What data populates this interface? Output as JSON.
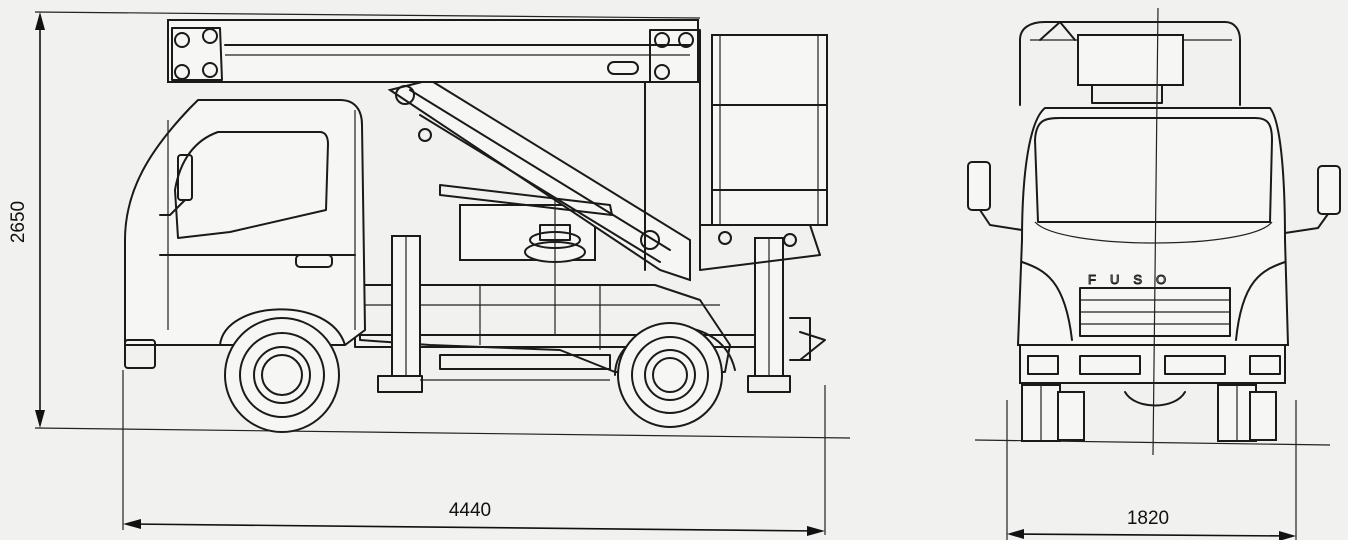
{
  "dimensions": {
    "height": "2650",
    "length": "4440",
    "width": "1820"
  },
  "front_logo": "FUSO",
  "colors": {
    "paper": "#f1f1ef",
    "ink": "#1a1a1a"
  }
}
